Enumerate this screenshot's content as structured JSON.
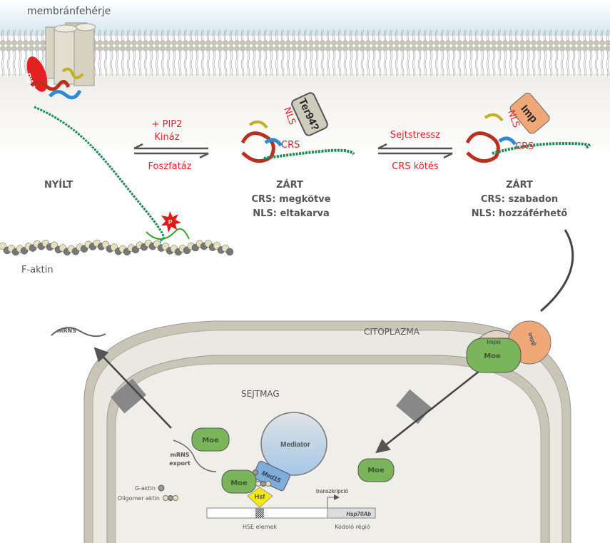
{
  "labels": {
    "membrane_protein": "membránfehérje",
    "pip2": "PIP2",
    "phospho": "P",
    "open_state": "NYÍLT",
    "f_actin": "F-aktin",
    "arrow1_top1": "+ PIP2",
    "arrow1_top2": "Kináz",
    "arrow1_bottom": "Foszfatáz",
    "arrow2_top": "Sejtstressz",
    "arrow2_bottom": "CRS kötés",
    "closed1": {
      "title": "ZÁRT",
      "line1": "CRS: megkötve",
      "line2": "NLS: eltakarva",
      "nls": "NLS",
      "crs": "CRS",
      "box": "Ter94?"
    },
    "closed2": {
      "title": "ZÁRT",
      "line1": "CRS: szabadon",
      "line2": "NLS: hozzáférhető",
      "nls": "NLS",
      "crs": "CRS",
      "box": "Imp"
    },
    "cytoplasm": "CITOPLAZMA",
    "nucleus": "SEJTMAG",
    "mrna": "mRNS",
    "mrna_export1": "mRNS",
    "mrna_export2": "export",
    "moe": "Moe",
    "imp_alpha": "Impα",
    "imp_beta": "Impβ",
    "mediator": "Mediator",
    "med15": "Med15",
    "hsf": "Hsf",
    "g_actin": "G-aktin",
    "oligomer_actin": "Oligomer aktin",
    "transcription": "transzkripció",
    "gene": "Hsp70Ab",
    "hse": "HSE elemek",
    "coding": "Kódoló régió"
  },
  "colors": {
    "moe_green": "#7ab55c",
    "importin_orange": "#f0a878",
    "mediator_blue": "#a9c8e6",
    "hsf_yellow": "#f2ea10",
    "label_red": "#e0202a"
  }
}
